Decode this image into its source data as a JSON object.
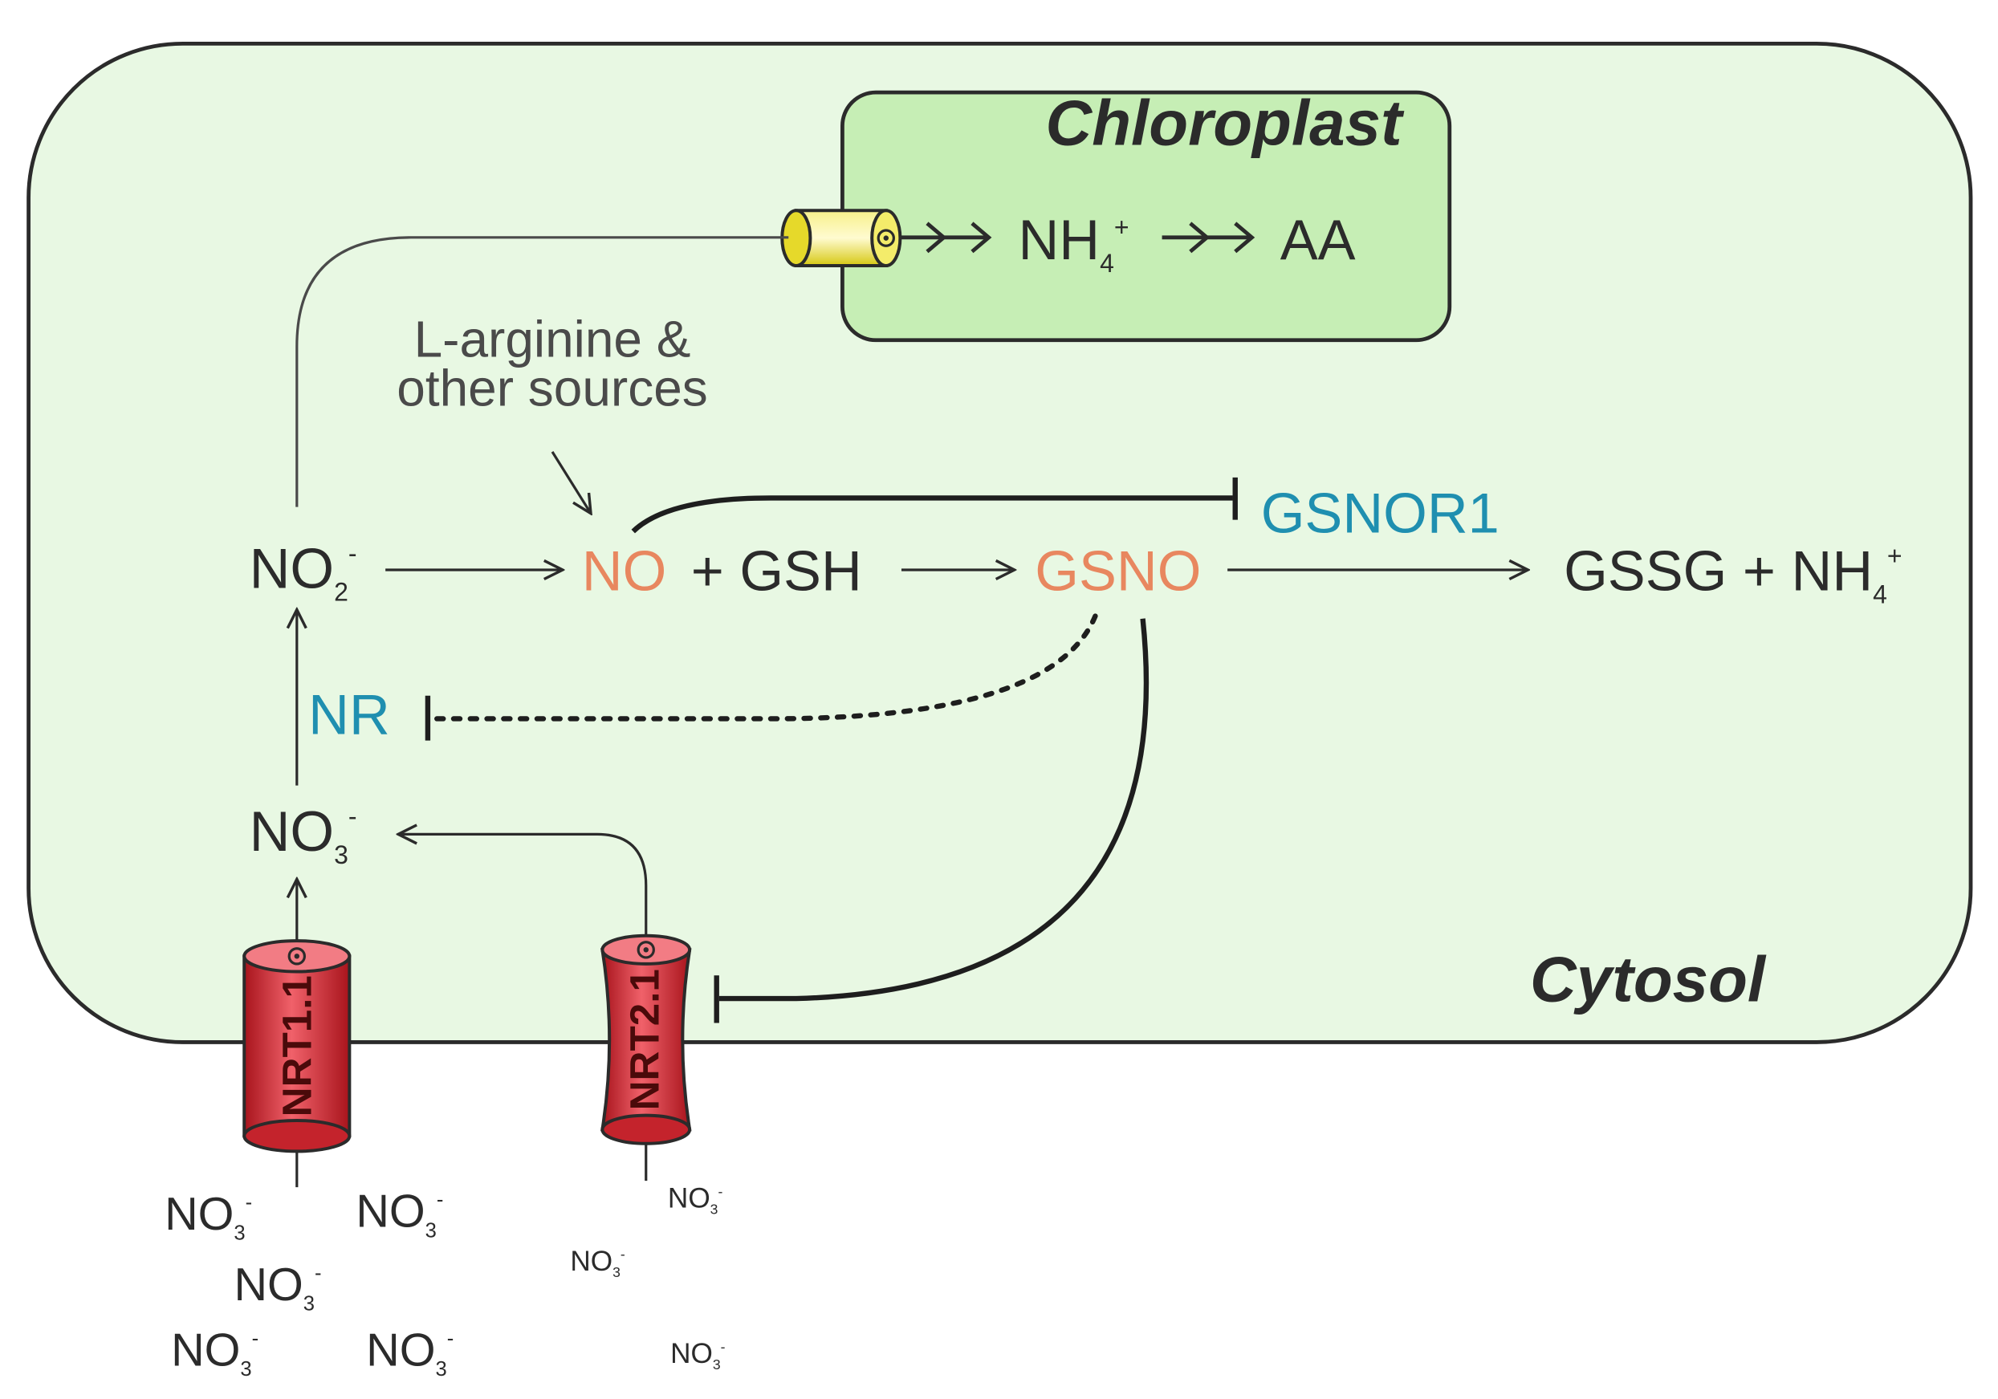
{
  "compartments": {
    "chloroplast": "Chloroplast",
    "cytosol": "Cytosol"
  },
  "colors": {
    "cytosol_fill": "#e8f8e3",
    "chloroplast_fill": "#c6eeb5",
    "reactive": "#e8875f",
    "enzyme": "#1f8fb0",
    "transporter": "#d9313a",
    "channel": "#e9dd29",
    "text": "#2b2b2b"
  },
  "species": {
    "nitrite": {
      "base": "NO",
      "sub": "2",
      "sup": "-"
    },
    "nitrate": {
      "base": "NO",
      "sub": "3",
      "sup": "-"
    },
    "ammonium_chl": {
      "base": "NH",
      "sub": "4",
      "sup": "+"
    },
    "aa": "AA",
    "no": "NO",
    "gsh": "+ GSH",
    "gsno": "GSNO",
    "gssg": "GSSG + NH",
    "gssg_sub": "4",
    "gssg_sup": "+"
  },
  "enzymes": {
    "gsnor1": "GSNOR1",
    "nr": "NR"
  },
  "sources_note": [
    "L-arginine &",
    "other sources"
  ],
  "transporters": [
    "NRT1.1",
    "NRT2.1"
  ],
  "external_nitrate": {
    "base": "NO",
    "sub": "3",
    "sup": "-"
  }
}
